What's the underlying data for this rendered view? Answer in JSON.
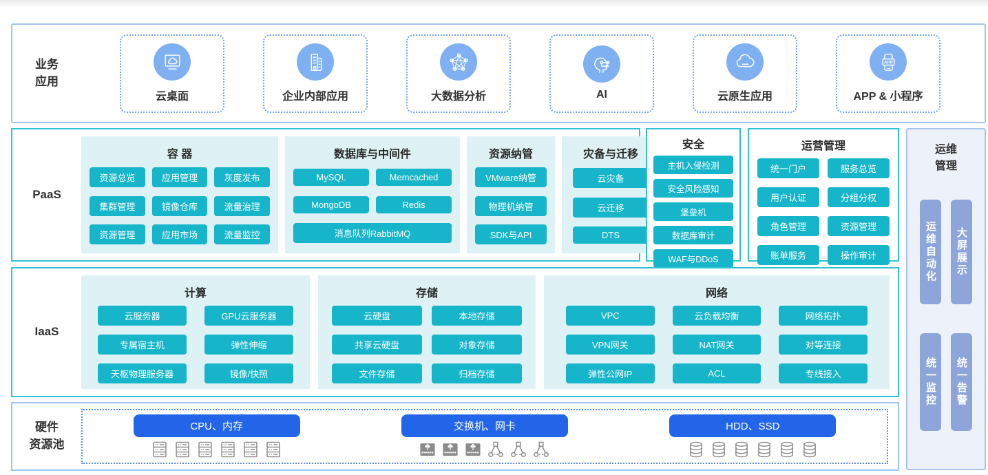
{
  "colors": {
    "cyan_pill": "#16b5c9",
    "cyan_border": "#2cc3d5",
    "panel_bg": "#def2f6",
    "blue_border": "#9ec3f0",
    "dashed_card_border": "#6ea6f5",
    "icon_circle_bg": "#7fb0f1",
    "hardware_button_bg": "#2365e8",
    "sidebar_pill_bg": "#8da5d9",
    "sidebar_bg": "#edf1f9",
    "hardware_icon_gray": "#8a8a8a"
  },
  "business": {
    "label": "业务\n应用",
    "cards": [
      {
        "icon": "cloud-desktop-icon",
        "label": "云桌面"
      },
      {
        "icon": "building-icon",
        "label": "企业内部应用"
      },
      {
        "icon": "network-graph-icon",
        "label": "大数据分析"
      },
      {
        "icon": "ai-head-icon",
        "label": "AI"
      },
      {
        "icon": "cloud-icon",
        "label": "云原生应用"
      },
      {
        "icon": "app-phone-icon",
        "label": "APP & 小程序"
      }
    ]
  },
  "paas": {
    "label": "PaaS",
    "container_panel": {
      "title": "容 器",
      "items": [
        "资源总览",
        "应用管理",
        "灰度发布",
        "集群管理",
        "镜像仓库",
        "流量治理",
        "资源管理",
        "应用市场",
        "流量监控"
      ]
    },
    "database_panel": {
      "title": "数据库与中间件",
      "items": [
        "MySQL",
        "Memcached",
        "MongoDB",
        "Redis",
        "消息队列RabbitMQ"
      ]
    },
    "resource_panel": {
      "title": "资源纳管",
      "items": [
        "VMware纳管",
        "物理机纳管",
        "SDK与API"
      ]
    },
    "disaster_panel": {
      "title": "灾备与迁移",
      "items": [
        "云灾备",
        "云迁移",
        "DTS"
      ]
    }
  },
  "security": {
    "title": "安全",
    "items": [
      "主机入侵检测",
      "安全风险感知",
      "堡垒机",
      "数据库审计",
      "WAF与DDoS"
    ]
  },
  "operation": {
    "title": "运营管理",
    "items": [
      "统一门户",
      "服务总览",
      "用户认证",
      "分组分权",
      "角色管理",
      "资源管理",
      "账单服务",
      "操作审计"
    ]
  },
  "devops": {
    "title": "运维\n管理",
    "group1": [
      "运维自动化",
      "大屏展示"
    ],
    "group2": [
      "统一监控",
      "统一告警"
    ]
  },
  "iaas": {
    "label": "IaaS",
    "compute_panel": {
      "title": "计算",
      "items": [
        "云服务器",
        "GPU云服务器",
        "专属宿主机",
        "弹性伸缩",
        "天枢物理服务器",
        "镜像/快照"
      ]
    },
    "storage_panel": {
      "title": "存储",
      "items": [
        "云硬盘",
        "本地存储",
        "共享云硬盘",
        "对象存储",
        "文件存储",
        "归档存储"
      ]
    },
    "network_panel": {
      "title": "网络",
      "items": [
        "VPC",
        "云负载均衡",
        "网络拓扑",
        "VPN网关",
        "NAT网关",
        "对等连接",
        "弹性公网IP",
        "ACL",
        "专线接入"
      ]
    }
  },
  "hardware": {
    "label": "硬件\n资源池",
    "groups": [
      {
        "label": "CPU、内存",
        "icons": [
          "server-icon",
          "server-icon",
          "server-icon",
          "server-icon",
          "server-icon",
          "server-icon"
        ]
      },
      {
        "label": "交换机、网卡",
        "icons": [
          "switch-icon",
          "switch-icon",
          "switch-icon",
          "topology-icon",
          "topology-icon",
          "topology-icon"
        ]
      },
      {
        "label": "HDD、SSD",
        "icons": [
          "db-icon",
          "db-icon",
          "db-icon",
          "db-icon",
          "db-icon",
          "db-icon"
        ]
      }
    ]
  }
}
